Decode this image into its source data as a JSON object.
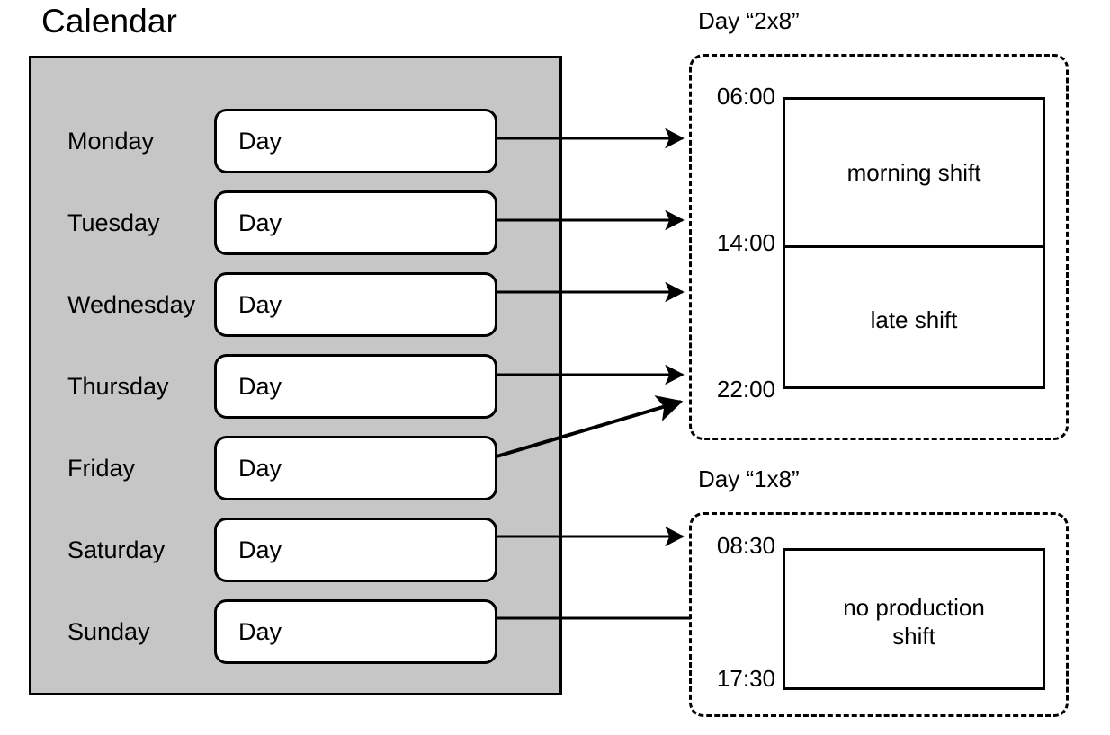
{
  "calendar": {
    "title": "Calendar",
    "background_color": "#c6c6c6",
    "rows": [
      {
        "day": "Monday",
        "card_label": "Day"
      },
      {
        "day": "Tuesday",
        "card_label": "Day"
      },
      {
        "day": "Wednesday",
        "card_label": "Day"
      },
      {
        "day": "Thursday",
        "card_label": "Day"
      },
      {
        "day": "Friday",
        "card_label": "Day"
      },
      {
        "day": "Saturday",
        "card_label": "Day"
      },
      {
        "day": "Sunday",
        "card_label": "Day"
      }
    ]
  },
  "patterns": [
    {
      "id": "2x8",
      "title": "Day “2x8”",
      "times": [
        "06:00",
        "14:00",
        "22:00"
      ],
      "shifts": [
        "morning shift",
        "late shift"
      ]
    },
    {
      "id": "1x8",
      "title": "Day “1x8”",
      "times": [
        "08:30",
        "17:30"
      ],
      "shifts": [
        "no production\nshift"
      ]
    }
  ],
  "connections": [
    {
      "from": "Monday",
      "to": "2x8",
      "arrowhead": true
    },
    {
      "from": "Tuesday",
      "to": "2x8",
      "arrowhead": true
    },
    {
      "from": "Wednesday",
      "to": "2x8",
      "arrowhead": true
    },
    {
      "from": "Thursday",
      "to": "2x8",
      "arrowhead": true
    },
    {
      "from": "Friday",
      "to": "2x8",
      "arrowhead": true
    },
    {
      "from": "Saturday",
      "to": "1x8",
      "arrowhead": true
    },
    {
      "from": "Sunday",
      "to": "1x8",
      "arrowhead": false
    }
  ],
  "colors": {
    "stroke": "#000000",
    "calendar_fill": "#c6c6c6",
    "card_fill": "#ffffff",
    "page_background": "#ffffff"
  }
}
